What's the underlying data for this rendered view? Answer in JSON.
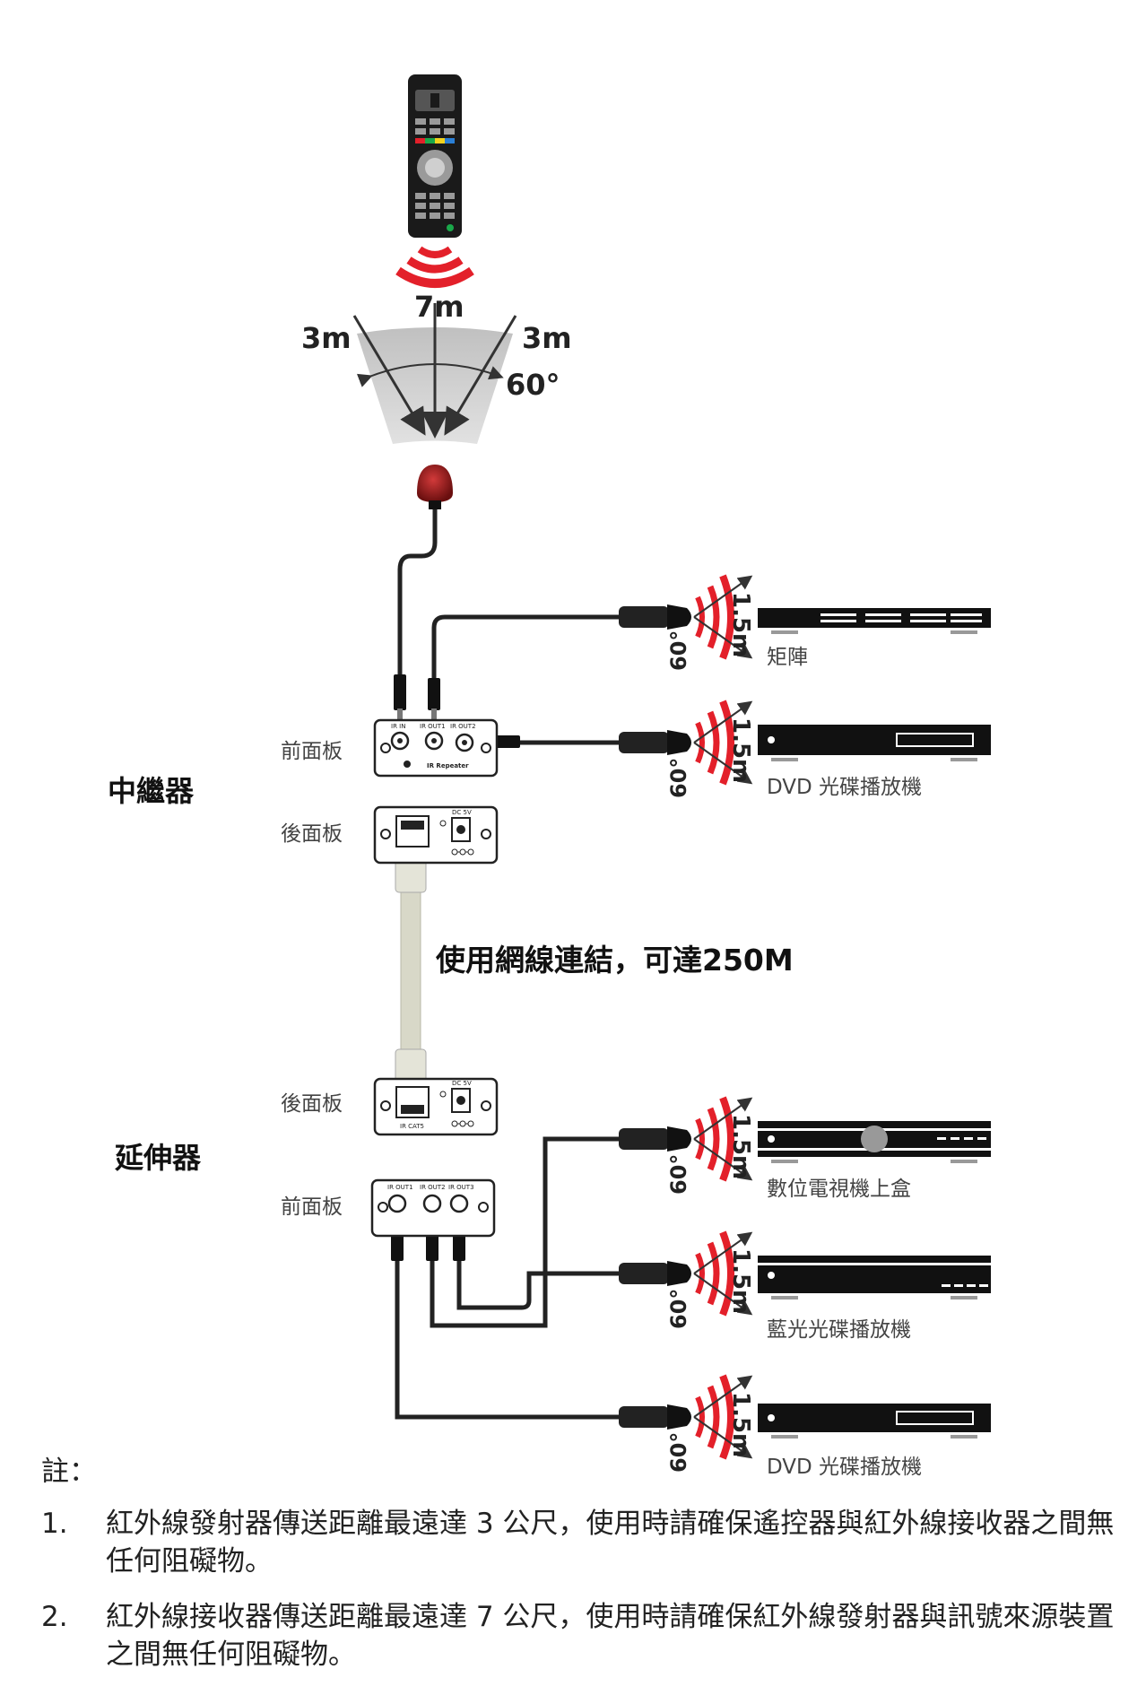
{
  "distances": {
    "remote_center": "7m",
    "remote_left": "3m",
    "remote_right": "3m",
    "remote_angle": "60°",
    "emitter_distance": "1.5m",
    "emitter_angle": "60°"
  },
  "repeater": {
    "title": "中繼器",
    "front_label": "前面板",
    "rear_label": "後面板",
    "front_ports": [
      "IR IN",
      "IR OUT1",
      "IR OUT2"
    ],
    "brand": "IR Repeater",
    "dc_label": "DC 5V"
  },
  "cable_note": "使用網線連結，可達250M",
  "extender": {
    "title": "延伸器",
    "rear_label": "後面板",
    "front_label": "前面板",
    "front_ports": [
      "IR OUT1",
      "IR OUT2",
      "IR OUT3"
    ],
    "cat5_label": "IR CAT5",
    "dc_label": "DC 5V"
  },
  "devices": [
    {
      "label": "矩陣"
    },
    {
      "label": "DVD 光碟播放機"
    },
    {
      "label": "數位電視機上盒"
    },
    {
      "label": "藍光光碟播放機"
    },
    {
      "label": "DVD 光碟播放機"
    }
  ],
  "notes": {
    "heading": "註：",
    "items": [
      {
        "num": "1.",
        "text": "紅外線發射器傳送距離最遠達 3 公尺，使用時請確保遙控器與紅外線接收器之間無任何阻礙物。"
      },
      {
        "num": "2.",
        "text": "紅外線接收器傳送距離最遠達 7 公尺，使用時請確保紅外線發射器與訊號來源裝置之間無任何阻礙物。"
      }
    ]
  },
  "colors": {
    "signal_red": "#e3202a",
    "cable": "#222222",
    "cat5_cable": "#d8d8c8",
    "cone_gray": "#c8c8c8",
    "device_black": "#111111"
  }
}
